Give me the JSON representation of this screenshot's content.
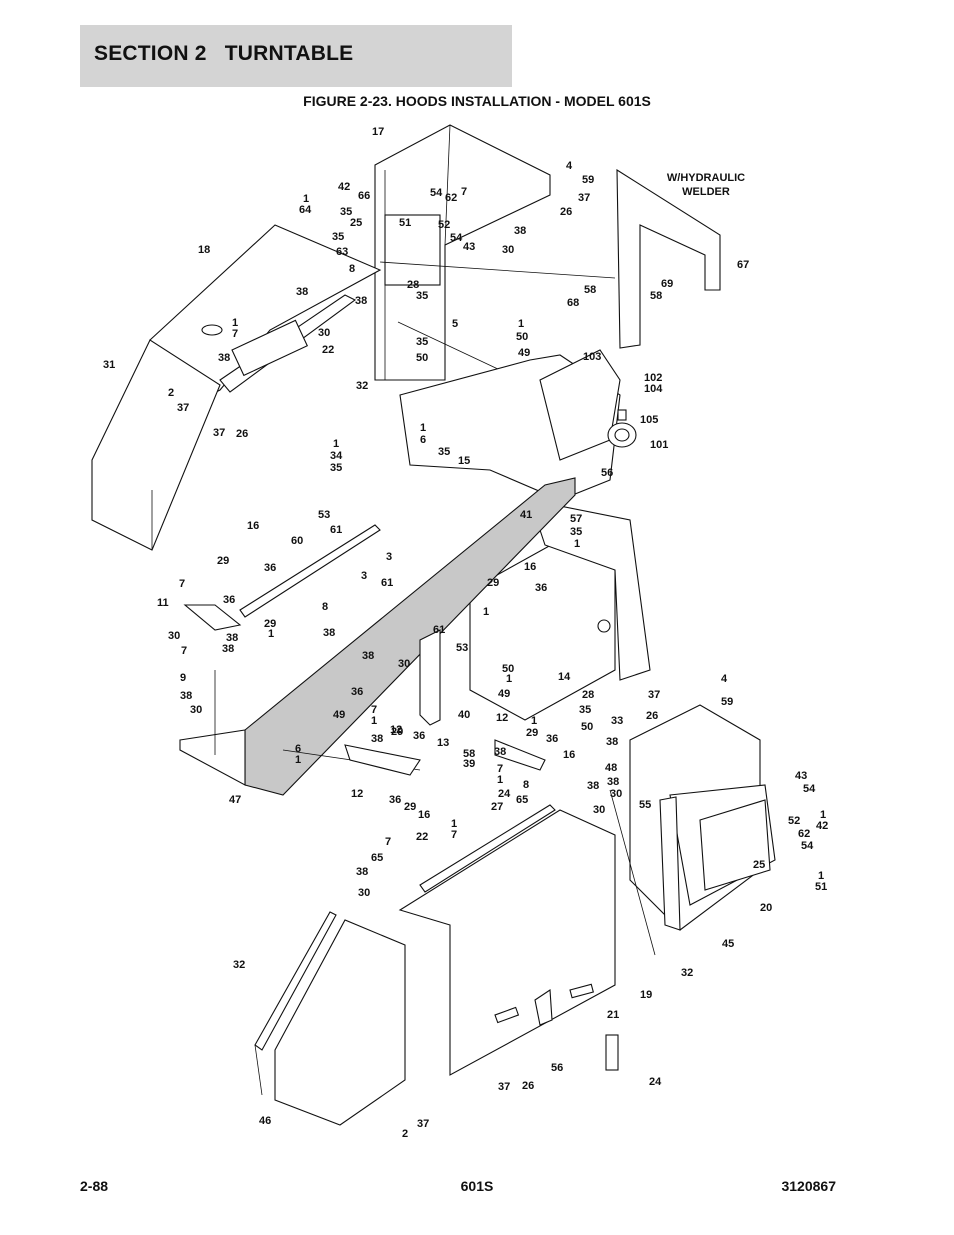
{
  "header": {
    "section_label": "SECTION 2   TURNTABLE"
  },
  "figure": {
    "title": "FIGURE 2-23. HOODS INSTALLATION - MODEL 601S",
    "note_line1": "W/HYDRAULIC",
    "note_line2": "WELDER",
    "callouts": [
      "17",
      "4",
      "59",
      "37",
      "26",
      "7",
      "38",
      "30",
      "54",
      "62",
      "52",
      "51",
      "54",
      "43",
      "42",
      "66",
      "1",
      "64",
      "35",
      "25",
      "35",
      "63",
      "8",
      "18",
      "38",
      "38",
      "28",
      "35",
      "5",
      "1",
      "50",
      "49",
      "35",
      "50",
      "1",
      "7",
      "30",
      "22",
      "38",
      "31",
      "2",
      "37",
      "37",
      "26",
      "103",
      "102",
      "104",
      "105",
      "101",
      "32",
      "1",
      "6",
      "35",
      "15",
      "56",
      "1",
      "34",
      "35",
      "53",
      "61",
      "3",
      "16",
      "60",
      "29",
      "36",
      "57",
      "35",
      "1",
      "41",
      "16",
      "29",
      "36",
      "1",
      "7",
      "11",
      "30",
      "36",
      "38",
      "38",
      "29",
      "1",
      "3",
      "61",
      "8",
      "38",
      "61",
      "53",
      "7",
      "9",
      "38",
      "30",
      "38",
      "30",
      "50",
      "1",
      "49",
      "14",
      "28",
      "35",
      "50",
      "36",
      "49",
      "7",
      "1",
      "6",
      "1",
      "40",
      "12",
      "13",
      "58",
      "39",
      "7",
      "1",
      "12",
      "29",
      "36",
      "1",
      "38",
      "29",
      "36",
      "16",
      "47",
      "12",
      "36",
      "29",
      "16",
      "38",
      "24",
      "27",
      "1",
      "7",
      "8",
      "65",
      "38",
      "30",
      "67",
      "69",
      "58",
      "58",
      "68",
      "4",
      "59",
      "37",
      "26",
      "33",
      "38",
      "48",
      "38",
      "30",
      "55",
      "43",
      "54",
      "1",
      "42",
      "52",
      "62",
      "54",
      "25",
      "1",
      "51",
      "20",
      "45",
      "32",
      "7",
      "65",
      "38",
      "30",
      "22",
      "32",
      "19",
      "21",
      "56",
      "24",
      "37",
      "26",
      "46",
      "37",
      "2"
    ]
  },
  "footer": {
    "page": "2-88",
    "model": "601S",
    "doc_number": "3120867"
  }
}
